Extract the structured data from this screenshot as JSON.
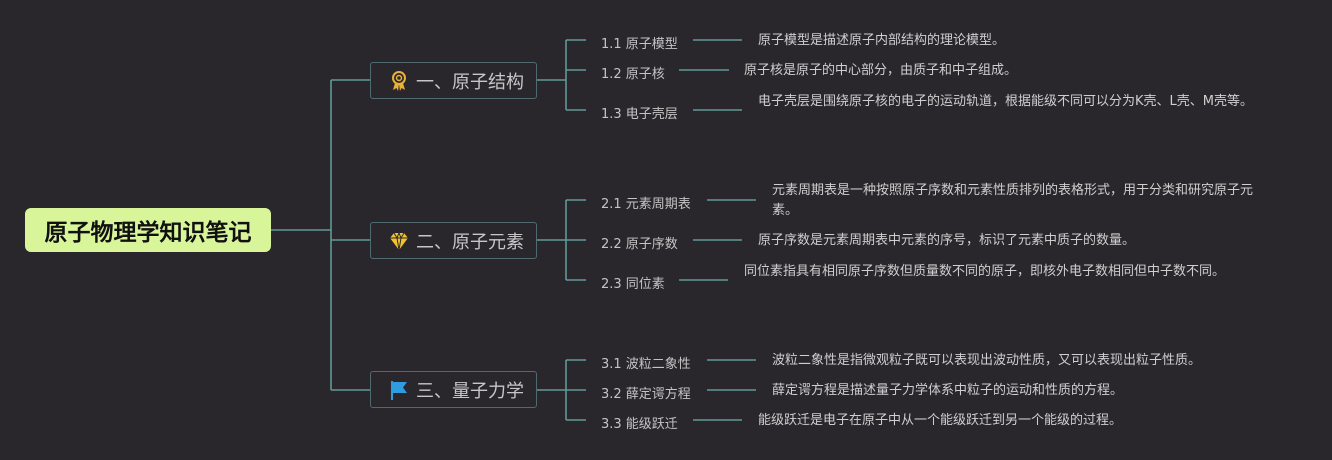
{
  "root": {
    "title": "原子物理学知识笔记"
  },
  "branches": [
    {
      "label": "一、原子结构",
      "icon": "medal-icon",
      "children": [
        {
          "label": "1.1 原子模型",
          "desc": "原子模型是描述原子内部结构的理论模型。"
        },
        {
          "label": "1.2 原子核",
          "desc": "原子核是原子的中心部分，由质子和中子组成。"
        },
        {
          "label": "1.3 电子壳层",
          "desc": "电子壳层是围绕原子核的电子的运动轨道，根据能级不同可以分为K壳、L壳、M壳等。"
        }
      ]
    },
    {
      "label": "二、原子元素",
      "icon": "diamond-icon",
      "children": [
        {
          "label": "2.1 元素周期表",
          "desc": "元素周期表是一种按照原子序数和元素性质排列的表格形式，用于分类和研究原子元素。"
        },
        {
          "label": "2.2 原子序数",
          "desc": "原子序数是元素周期表中元素的序号，标识了元素中质子的数量。"
        },
        {
          "label": "2.3 同位素",
          "desc": "同位素指具有相同原子序数但质量数不同的原子，即核外电子数相同但中子数不同。"
        }
      ]
    },
    {
      "label": "三、量子力学",
      "icon": "flag-icon",
      "children": [
        {
          "label": "3.1 波粒二象性",
          "desc": "波粒二象性是指微观粒子既可以表现出波动性质，又可以表现出粒子性质。"
        },
        {
          "label": "3.2 薛定谔方程",
          "desc": "薛定谔方程是描述量子力学体系中粒子的运动和性质的方程。"
        },
        {
          "label": "3.3 能级跃迁",
          "desc": "能级跃迁是电子在原子中从一个能级跃迁到另一个能级的过程。"
        }
      ]
    }
  ],
  "colors": {
    "background": "#2a272c",
    "root_fill": "#d9f59a",
    "connector": "#5f9a96",
    "branch_border": "#4f6a70",
    "medal": "#e8b13a",
    "diamond": "#f2c230",
    "flag": "#2f9be0"
  }
}
